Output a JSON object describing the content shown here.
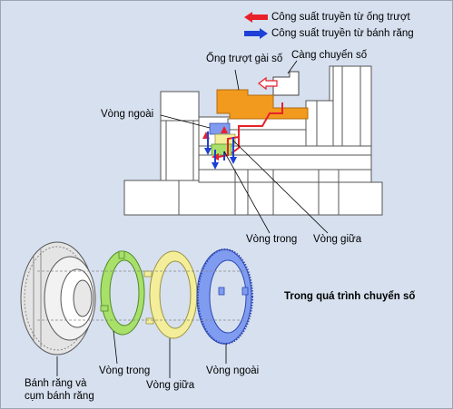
{
  "legend": [
    {
      "label": "Công suất truyền từ ống trượt",
      "color": "#e8202a"
    },
    {
      "label": "Công suất truyền từ bánh răng",
      "color": "#1e3fd8"
    }
  ],
  "labels": {
    "sleeve": "Ống trượt gài số",
    "fork": "Càng chuyển số",
    "outer_ring_top": "Vòng ngoài",
    "inner_ring_top": "Vòng trong",
    "middle_ring_top": "Vòng giữa",
    "caption": "Trong quá trình chuyển số",
    "gear_line1": "Bánh răng và",
    "gear_line2": "cụm bánh răng",
    "inner_ring_bottom": "Vòng trong",
    "middle_ring_bottom": "Vòng giữa",
    "outer_ring_bottom": "Vòng ngoài"
  },
  "colors": {
    "background": "#d6e0ef",
    "sleeve": "#f29a1e",
    "inner_ring": "#a8e06a",
    "middle_ring": "#f4ee9a",
    "outer_ring": "#7f9cf0"
  }
}
